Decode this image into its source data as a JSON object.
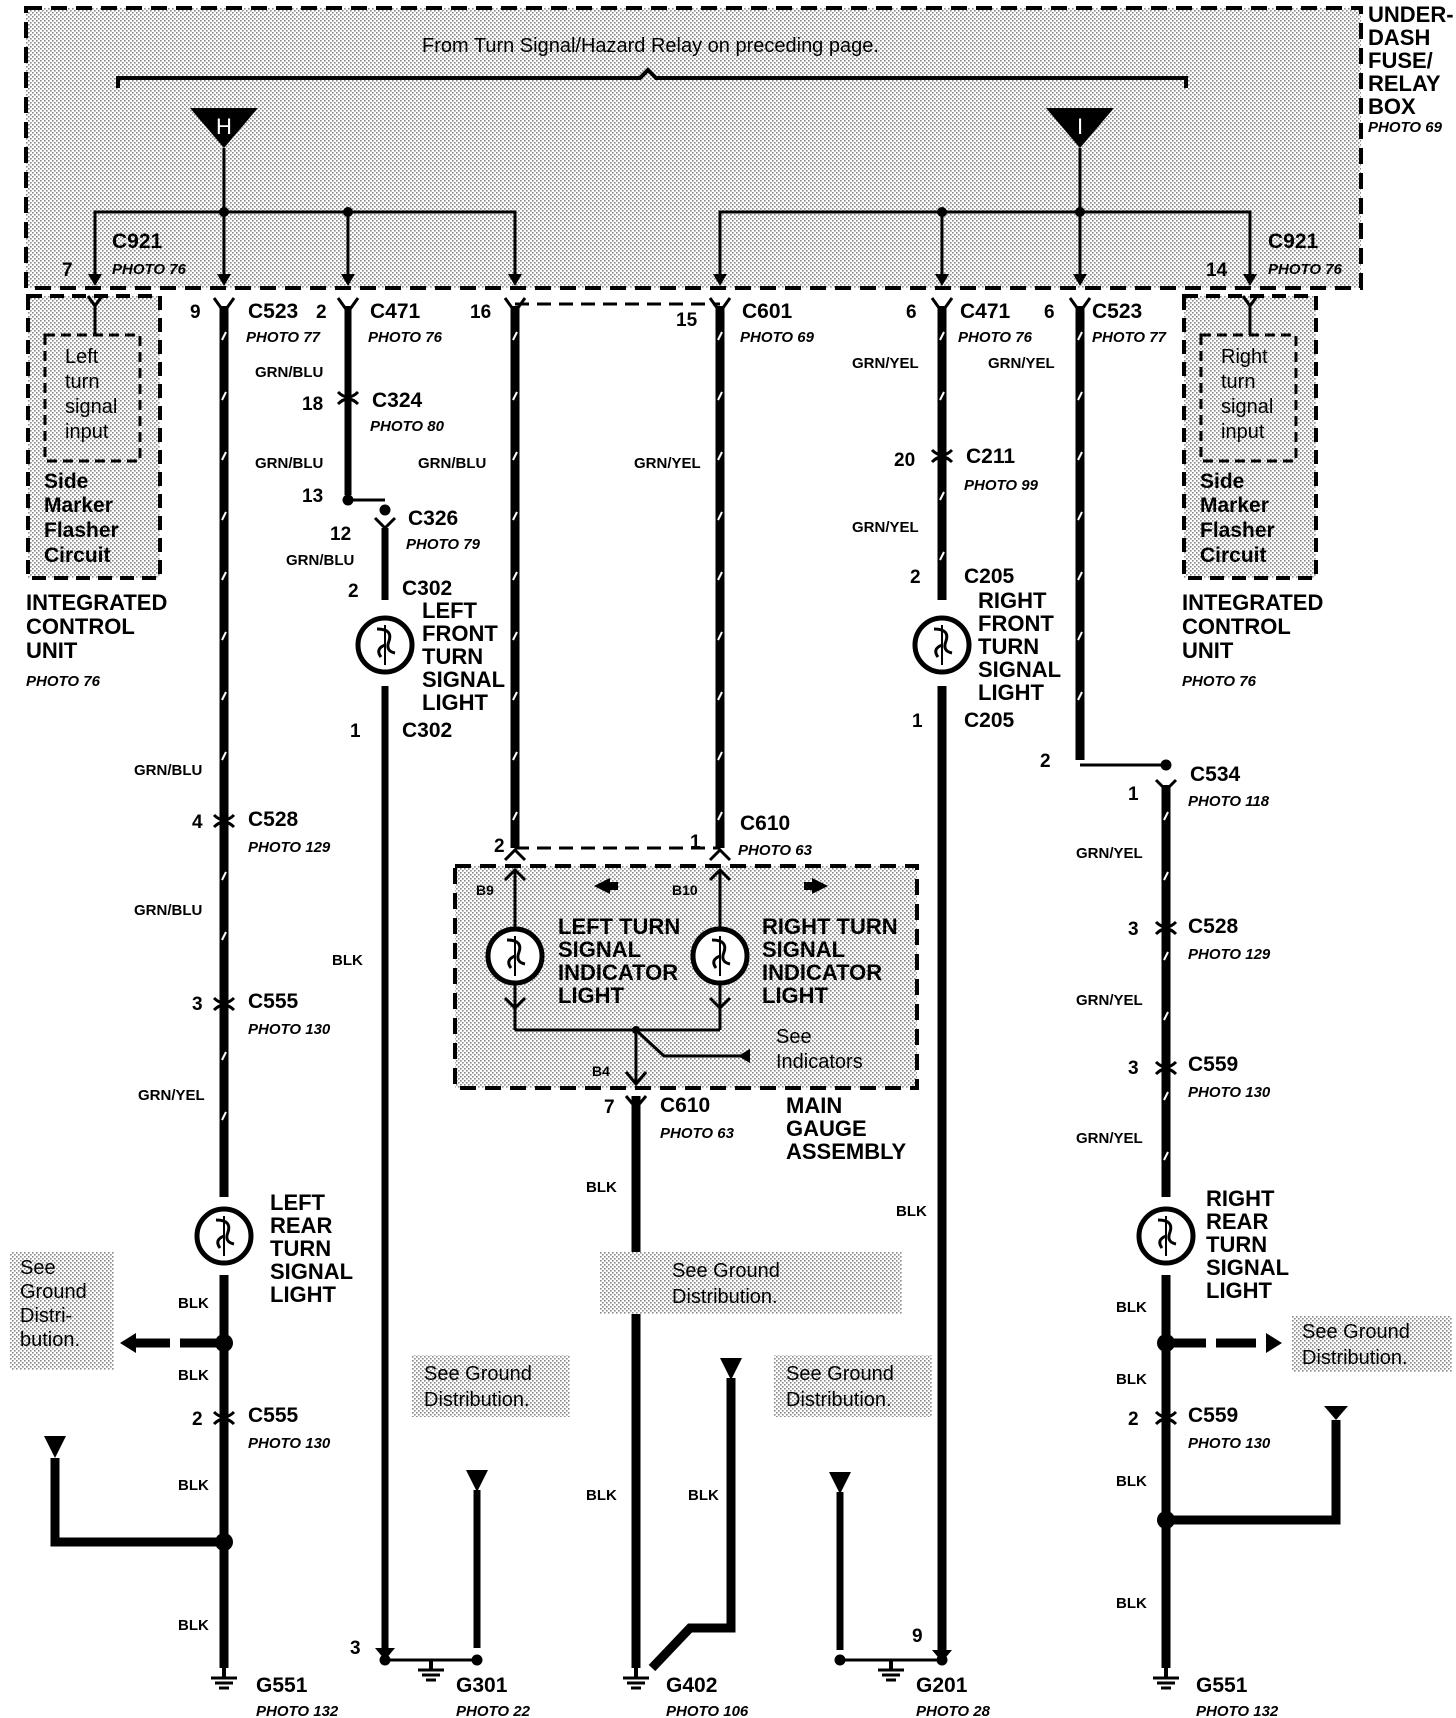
{
  "header": {
    "relay_note": "From Turn Signal/Hazard Relay on preceding page.",
    "fuse_box_lines": [
      "UNDER-",
      "DASH",
      "FUSE/",
      "RELAY",
      "BOX"
    ],
    "fuse_box_photo": "PHOTO 69",
    "feed_h": "H",
    "feed_i": "I"
  },
  "icu_left": {
    "box_lines": [
      "Left",
      "turn",
      "signal",
      "input"
    ],
    "circuit_lines": [
      "Side",
      "Marker",
      "Flasher",
      "Circuit"
    ],
    "unit_lines": [
      "INTEGRATED",
      "CONTROL",
      "UNIT"
    ],
    "photo": "PHOTO 76",
    "connector": "C921",
    "connector_photo": "PHOTO 76",
    "pin": "7"
  },
  "icu_right": {
    "box_lines": [
      "Right",
      "turn",
      "signal",
      "input"
    ],
    "circuit_lines": [
      "Side",
      "Marker",
      "Flasher",
      "Circuit"
    ],
    "unit_lines": [
      "INTEGRATED",
      "CONTROL",
      "UNIT"
    ],
    "photo": "PHOTO 76",
    "connector": "C921",
    "connector_photo": "PHOTO 76",
    "pin": "14"
  },
  "connectors": {
    "c523_l": {
      "name": "C523",
      "photo": "PHOTO 77",
      "pin": "9"
    },
    "c471_l": {
      "name": "C471",
      "photo": "PHOTO 76",
      "pin": "2"
    },
    "c601": {
      "name": "C601",
      "photo": "PHOTO 69",
      "pin_a": "16",
      "pin_b": "15"
    },
    "c471_r": {
      "name": "C471",
      "photo": "PHOTO 76",
      "pin": "6"
    },
    "c523_r": {
      "name": "C523",
      "photo": "PHOTO 77",
      "pin": "6"
    },
    "c324": {
      "name": "C324",
      "photo": "PHOTO 80",
      "pin": "18"
    },
    "c326": {
      "name": "C326",
      "photo": "PHOTO 79",
      "pin_a": "13",
      "pin_b": "12"
    },
    "c302": {
      "name": "C302",
      "pin_top": "2",
      "pin_bot": "1"
    },
    "c211": {
      "name": "C211",
      "photo": "PHOTO 99",
      "pin": "20"
    },
    "c205": {
      "name": "C205",
      "pin_top": "2",
      "pin_bot": "1"
    },
    "c534": {
      "name": "C534",
      "photo": "PHOTO 118",
      "pin_a": "2",
      "pin_b": "1"
    },
    "c528_l": {
      "name": "C528",
      "photo": "PHOTO 129",
      "pin": "4"
    },
    "c528_r": {
      "name": "C528",
      "photo": "PHOTO 129",
      "pin": "3"
    },
    "c555_a": {
      "name": "C555",
      "photo": "PHOTO 130",
      "pin": "3"
    },
    "c555_b": {
      "name": "C555",
      "photo": "PHOTO 130",
      "pin": "2"
    },
    "c559_a": {
      "name": "C559",
      "photo": "PHOTO 130",
      "pin": "3"
    },
    "c559_b": {
      "name": "C559",
      "photo": "PHOTO 130",
      "pin": "2"
    },
    "c610_t": {
      "name": "C610",
      "photo": "PHOTO 63",
      "pin_a": "2",
      "pin_b": "1"
    },
    "c610_b": {
      "name": "C610",
      "photo": "PHOTO 63",
      "pin": "7"
    }
  },
  "lights": {
    "lf": [
      "LEFT",
      "FRONT",
      "TURN",
      "SIGNAL",
      "LIGHT"
    ],
    "rf": [
      "RIGHT",
      "FRONT",
      "TURN",
      "SIGNAL",
      "LIGHT"
    ],
    "lr": [
      "LEFT",
      "REAR",
      "TURN",
      "SIGNAL",
      "LIGHT"
    ],
    "rr": [
      "RIGHT",
      "REAR",
      "TURN",
      "SIGNAL",
      "LIGHT"
    ]
  },
  "gauge": {
    "left_ind": [
      "LEFT TURN",
      "SIGNAL",
      "INDICATOR",
      "LIGHT"
    ],
    "right_ind": [
      "RIGHT TURN",
      "SIGNAL",
      "INDICATOR",
      "LIGHT"
    ],
    "pin_b9": "B9",
    "pin_b10": "B10",
    "pin_b4": "B4",
    "see_ind": [
      "See",
      "Indicators"
    ],
    "assembly": [
      "MAIN",
      "GAUGE",
      "ASSEMBLY"
    ]
  },
  "wires": {
    "grn_blu": "GRN/BLU",
    "grn_yel": "GRN/YEL",
    "blk": "BLK"
  },
  "grounds": {
    "g551_l": {
      "name": "G551",
      "photo": "PHOTO 132"
    },
    "g301": {
      "name": "G301",
      "photo": "PHOTO 22",
      "pin": "3"
    },
    "g402": {
      "name": "G402",
      "photo": "PHOTO 106"
    },
    "g201": {
      "name": "G201",
      "photo": "PHOTO 28",
      "pin": "9"
    },
    "g551_r": {
      "name": "G551",
      "photo": "PHOTO 132"
    }
  },
  "see_ground": {
    "left": [
      "See",
      "Ground",
      "Distri-",
      "bution."
    ],
    "g301": [
      "See Ground",
      "Distribution."
    ],
    "g402": [
      "See Ground",
      "Distribution."
    ],
    "g201": [
      "See Ground",
      "Distribution."
    ],
    "right": [
      "See Ground",
      "Distribution."
    ]
  }
}
